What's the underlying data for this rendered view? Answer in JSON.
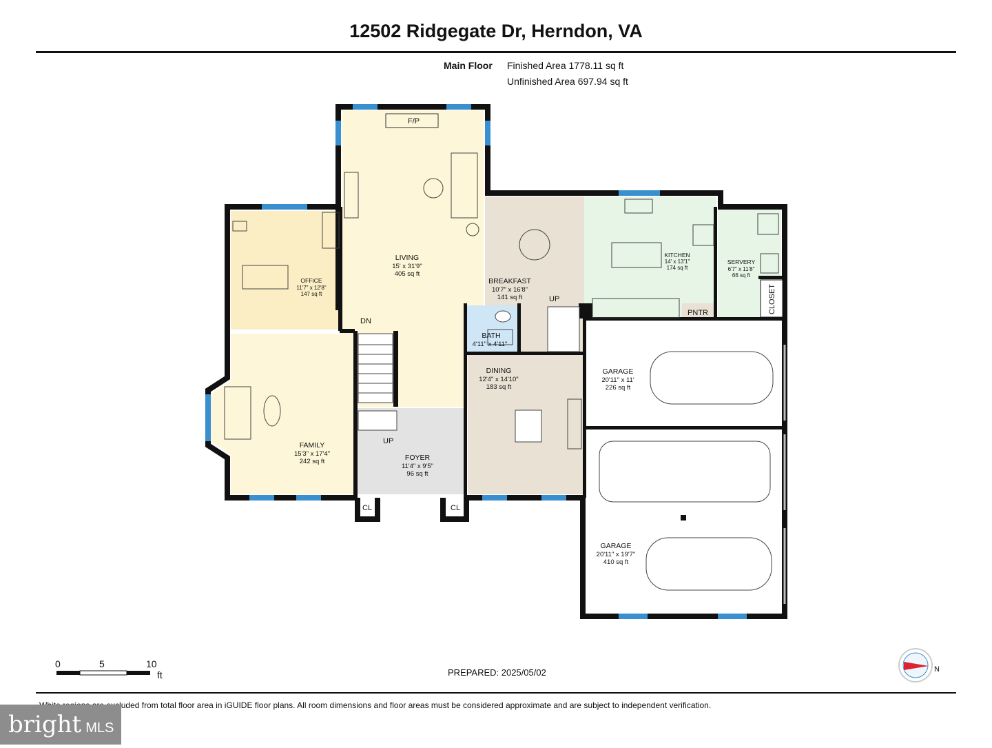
{
  "header": {
    "address": "12502 Ridgegate Dr, Herndon, VA",
    "floor_label": "Main Floor",
    "finished_area": "Finished Area 1778.11 sq ft",
    "unfinished_area": "Unfinished Area 697.94 sq ft"
  },
  "rooms": {
    "living": {
      "name": "LIVING",
      "dims": "15' x 31'9\"",
      "area": "405 sq ft"
    },
    "office": {
      "name": "OFFICE",
      "dims": "11'7\" x 12'8\"",
      "area": "147 sq ft"
    },
    "family": {
      "name": "FAMILY",
      "dims": "15'3\" x 17'4\"",
      "area": "242 sq ft"
    },
    "foyer": {
      "name": "FOYER",
      "dims": "11'4\" x 9'5\"",
      "area": "96 sq ft"
    },
    "breakfast": {
      "name": "BREAKFAST",
      "dims": "10'7\" x 16'8\"",
      "area": "141 sq ft"
    },
    "kitchen": {
      "name": "KITCHEN",
      "dims": "14' x 13'1\"",
      "area": "174 sq ft"
    },
    "servery": {
      "name": "SERVERY",
      "dims": "6'7\" x 11'8\"",
      "area": "66 sq ft"
    },
    "bath": {
      "name": "BATH",
      "dims": "4'11\" x 4'11\""
    },
    "dining": {
      "name": "DINING",
      "dims": "12'4\" x 14'10\"",
      "area": "183 sq ft"
    },
    "garage1": {
      "name": "GARAGE",
      "dims": "20'11\" x 11'",
      "area": "226 sq ft"
    },
    "garage2": {
      "name": "GARAGE",
      "dims": "20'11\" x 19'7\"",
      "area": "410 sq ft"
    }
  },
  "labels": {
    "fp": "F/P",
    "dn": "DN",
    "up_stair_main": "UP",
    "up_stair_breakfast": "UP",
    "pntr": "PNTR",
    "closet": "CLOSET",
    "cl_left": "CL",
    "cl_right": "CL"
  },
  "scale": {
    "ticks": [
      "0",
      "5",
      "10"
    ],
    "unit": "ft"
  },
  "compass": {
    "label": "N"
  },
  "prepared": "PREPARED: 2025/05/02",
  "footer": "White regions are excluded from total floor area in iGUIDE floor plans. All room dimensions and floor areas must be considered approximate and are subject to independent verification.",
  "logo": {
    "brand": "bright",
    "suffix": "MLS"
  },
  "colors": {
    "living": "#fdf6d8",
    "office": "#fbeec4",
    "family": "#fdf6d8",
    "foyer": "#e3e3e3",
    "breakfast": "#e9e1d4",
    "dining": "#e9e1d4",
    "kitchen": "#e6f5e6",
    "servery": "#e6f5e6",
    "bath": "#cfe6f7",
    "wall": "#111111",
    "window": "#3a8fcf"
  }
}
